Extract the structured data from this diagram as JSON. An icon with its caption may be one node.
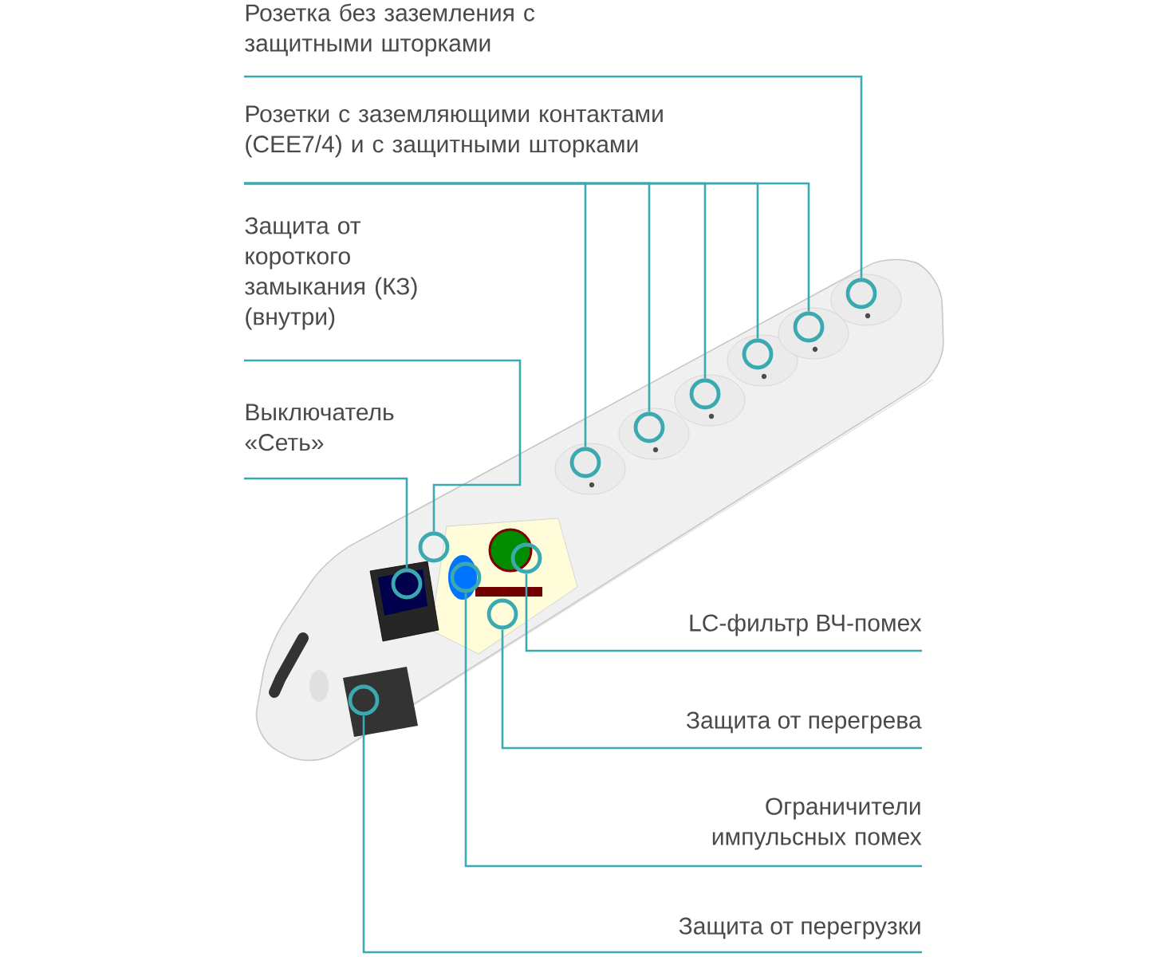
{
  "diagram": {
    "nodes": [
      {
        "text": [
          "Розетка без заземления с защитными шторками"
        ]
      },
      {
        "text": [
          "Розетки с заземляющими контактами (CEE7/4) и с защитными шторками"
        ]
      },
      {
        "text": [
          "Защита от короткого замыкания (КЗ) (внутри)"
        ]
      },
      {
        "text": [
          "Выключатель «Сеть»"
        ]
      },
      {
        "text": [
          "LC-фильтр ВЧ-помех"
        ]
      },
      {
        "text": [
          "Защита от перегрева"
        ]
      },
      {
        "text": [
          "Ограничители импульсных помех"
        ]
      },
      {
        "text": [
          "Защита от перегрузки"
        ]
      },
      {
        "text": [],
        "shape": "circle"
      },
      {
        "text": [],
        "shape": "circle"
      },
      {
        "text": [],
        "shape": "circle"
      },
      {
        "text": [],
        "shape": "circle"
      },
      {
        "text": [],
        "shape": "circle"
      },
      {
        "text": [],
        "shape": "circle"
      },
      {
        "text": [],
        "shape": "circle"
      },
      {
        "text": [],
        "shape": "circle"
      },
      {
        "text": [],
        "shape": "circle"
      },
      {
        "text": [],
        "shape": "circle"
      },
      {
        "text": [],
        "shape": "circle"
      },
      {
        "text": [],
        "shape": "circle"
      }
    ],
    "edges": [
      {
        "from": 0,
        "to": 19,
        "arrow": "none"
      },
      {
        "from": 1,
        "to": 14,
        "arrow": "none"
      },
      {
        "from": 1,
        "to": 15,
        "arrow": "none"
      },
      {
        "from": 1,
        "to": 16,
        "arrow": "none"
      },
      {
        "from": 1,
        "to": 17,
        "arrow": "none"
      },
      {
        "from": 1,
        "to": 18,
        "arrow": "none"
      },
      {
        "from": 2,
        "to": 10,
        "arrow": "none"
      },
      {
        "from": 3,
        "to": 9,
        "arrow": "none"
      },
      {
        "from": 4,
        "to": 13,
        "arrow": "none"
      },
      {
        "from": 5,
        "to": 12,
        "arrow": "none"
      },
      {
        "from": 6,
        "to": 11,
        "arrow": "none"
      },
      {
        "from": 7,
        "to": 8,
        "arrow": "none"
      }
    ]
  }
}
